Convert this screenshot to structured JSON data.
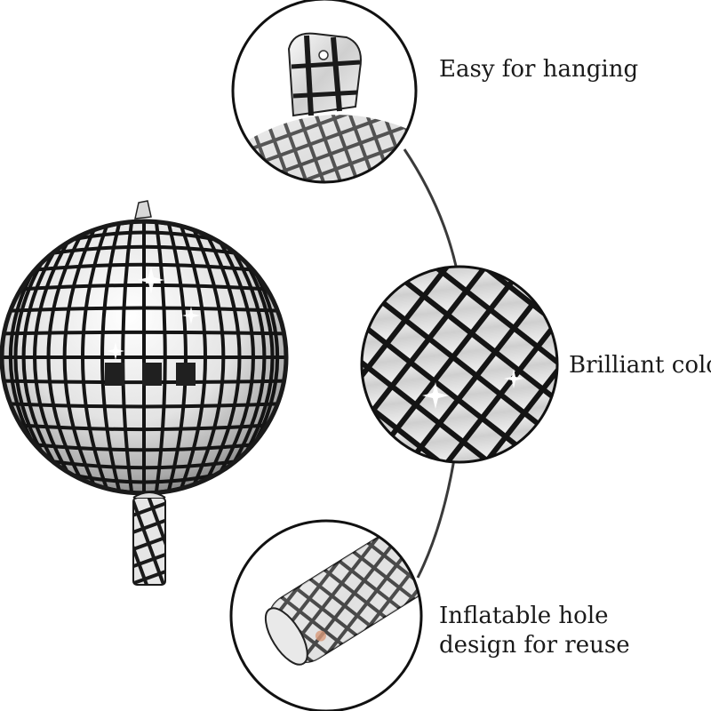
{
  "captions": {
    "hanging": "Easy for hanging",
    "color": "Brilliant color",
    "reuse_line1": "Inflatable hole",
    "reuse_line2": "design for reuse"
  },
  "colors": {
    "background": "#ffffff",
    "outline": "#111111",
    "connector": "#3a3a3a",
    "foil_light": "#f4f4f4",
    "foil_mid": "#c9c9c9",
    "foil_dark": "#6e6e6e",
    "grid": "#141414"
  },
  "icons": {
    "balloon": "disco-ball-balloon-icon",
    "detail_top": "hanging-tab-detail-icon",
    "detail_middle": "mirror-tiles-detail-icon",
    "detail_bottom": "inflation-valve-detail-icon"
  }
}
